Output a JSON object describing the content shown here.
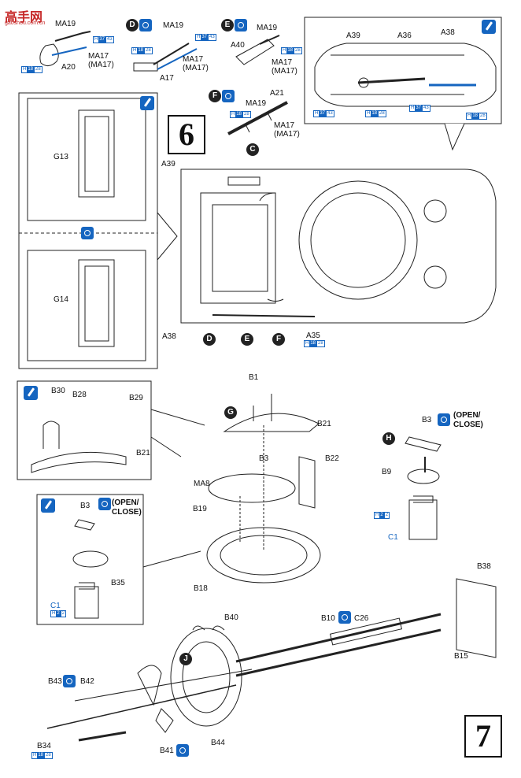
{
  "watermark": {
    "text": "高手网",
    "site": "gaoshou.com.cn"
  },
  "steps": {
    "step6": "6",
    "step7": "7"
  },
  "subassemblies": {
    "C": "C",
    "D": "D",
    "E": "E",
    "F": "F",
    "G": "G",
    "H": "H",
    "J": "J"
  },
  "labels": {
    "ma19_c": "MA19",
    "a20": "A20",
    "ma17_c": "MA17",
    "ma17p_c": "(MA17)",
    "ma19_d": "MA19",
    "a17": "A17",
    "ma17_d": "MA17",
    "ma17p_d": "(MA17)",
    "ma19_e": "MA19",
    "a40": "A40",
    "ma17_e": "MA17",
    "ma17p_e": "(MA17)",
    "a21": "A21",
    "ma19_f": "MA19",
    "ma17_f": "MA17",
    "ma17p_f": "(MA17)",
    "a39_top": "A39",
    "a36_top": "A36",
    "a38_top": "A38",
    "g13": "G13",
    "g14": "G14",
    "a39": "A39",
    "a38": "A38",
    "a35": "A35",
    "b1": "B1",
    "b21": "B21",
    "b3_g": "B3",
    "b22": "B22",
    "ma8": "MA8",
    "b19": "B19",
    "b18": "B18",
    "b30": "B30",
    "b28": "B28",
    "b29": "B29",
    "b21_inset": "B21",
    "b3_h": "B3",
    "open_close_h": "(OPEN/",
    "close_h": "CLOSE)",
    "b9": "B9",
    "c1_h": "C1",
    "b3_inset": "B3",
    "open_close_i": "(OPEN/",
    "close_i": "CLOSE)",
    "b35": "B35",
    "c1_inset": "C1",
    "b38": "B38",
    "b10": "B10",
    "c26": "C26",
    "b15": "B15",
    "b40": "B40",
    "b43": "B43",
    "b42": "B42",
    "b34": "B34",
    "b41": "B41",
    "b44": "B44"
  },
  "paint_codes": [
    {
      "h": "H",
      "n": "37",
      "b": "43"
    },
    {
      "h": "H",
      "n": "18",
      "b": "28"
    },
    {
      "h": "H",
      "n": "2",
      "b": "2"
    }
  ],
  "icons": [
    "cement-icon",
    "paint-icon"
  ],
  "colors": {
    "accent": "#1565c0",
    "ink": "#111111",
    "watermark": "#c62828"
  }
}
